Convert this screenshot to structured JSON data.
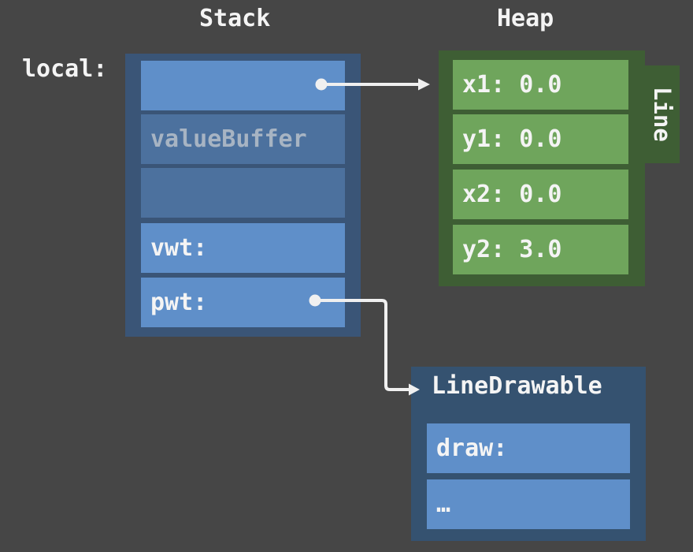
{
  "titles": {
    "stack": "Stack",
    "heap": "Heap"
  },
  "stack_frame": {
    "label": "local:",
    "rows": [
      {
        "text": "",
        "style": "light",
        "pointer": "to-heap-object"
      },
      {
        "text": "valueBuffer",
        "style": "muted"
      },
      {
        "text": "",
        "style": "muted"
      },
      {
        "text": "vwt:",
        "style": "light"
      },
      {
        "text": "pwt:",
        "style": "light",
        "pointer": "to-witness-table"
      }
    ]
  },
  "heap_object": {
    "type_tag": "Line",
    "fields": [
      {
        "text": "x1: 0.0"
      },
      {
        "text": "y1: 0.0"
      },
      {
        "text": "x2: 0.0"
      },
      {
        "text": "y2: 3.0"
      }
    ]
  },
  "witness_table": {
    "title": "LineDrawable",
    "rows": [
      {
        "text": "draw:"
      },
      {
        "text": "…"
      }
    ]
  },
  "colors": {
    "background": "#464646",
    "stack_border": "#3a5577",
    "row_light": "#5f8fc9",
    "row_muted": "#4c719e",
    "heap_dark": "#3e5e34",
    "heap_light": "#6fa55c",
    "wt_bg": "#355270",
    "text_primary": "#f4f4f4",
    "text_muted": "#a7b4c3",
    "arrow": "#f0f0f0"
  }
}
